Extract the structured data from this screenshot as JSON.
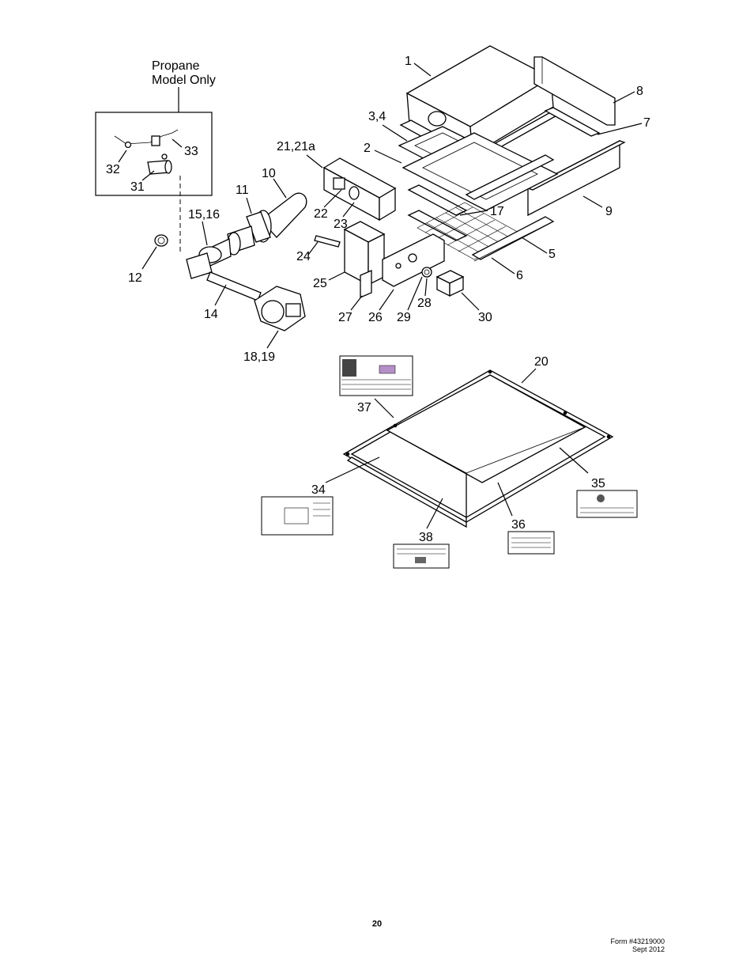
{
  "inset": {
    "title_line1": "Propane",
    "title_line2": "Model Only"
  },
  "callouts": {
    "c1": "1",
    "c2": "2",
    "c34": "3,4",
    "c5": "5",
    "c6": "6",
    "c7": "7",
    "c8": "8",
    "c9": "9",
    "c10": "10",
    "c11": "11",
    "c12": "12",
    "c14": "14",
    "c1516": "15,16",
    "c17": "17",
    "c1819": "18,19",
    "c20": "20",
    "c2121a": "21,21a",
    "c22": "22",
    "c23": "23",
    "c24": "24",
    "c25": "25",
    "c26": "26",
    "c27": "27",
    "c28": "28",
    "c29": "29",
    "c30": "30",
    "c31": "31",
    "c32": "32",
    "c33": "33",
    "c34b": "34",
    "c35": "35",
    "c36": "36",
    "c37": "37",
    "c38": "38"
  },
  "footer": {
    "page_number": "20",
    "form_number": "Form #43219000",
    "date": "Sept 2012"
  }
}
